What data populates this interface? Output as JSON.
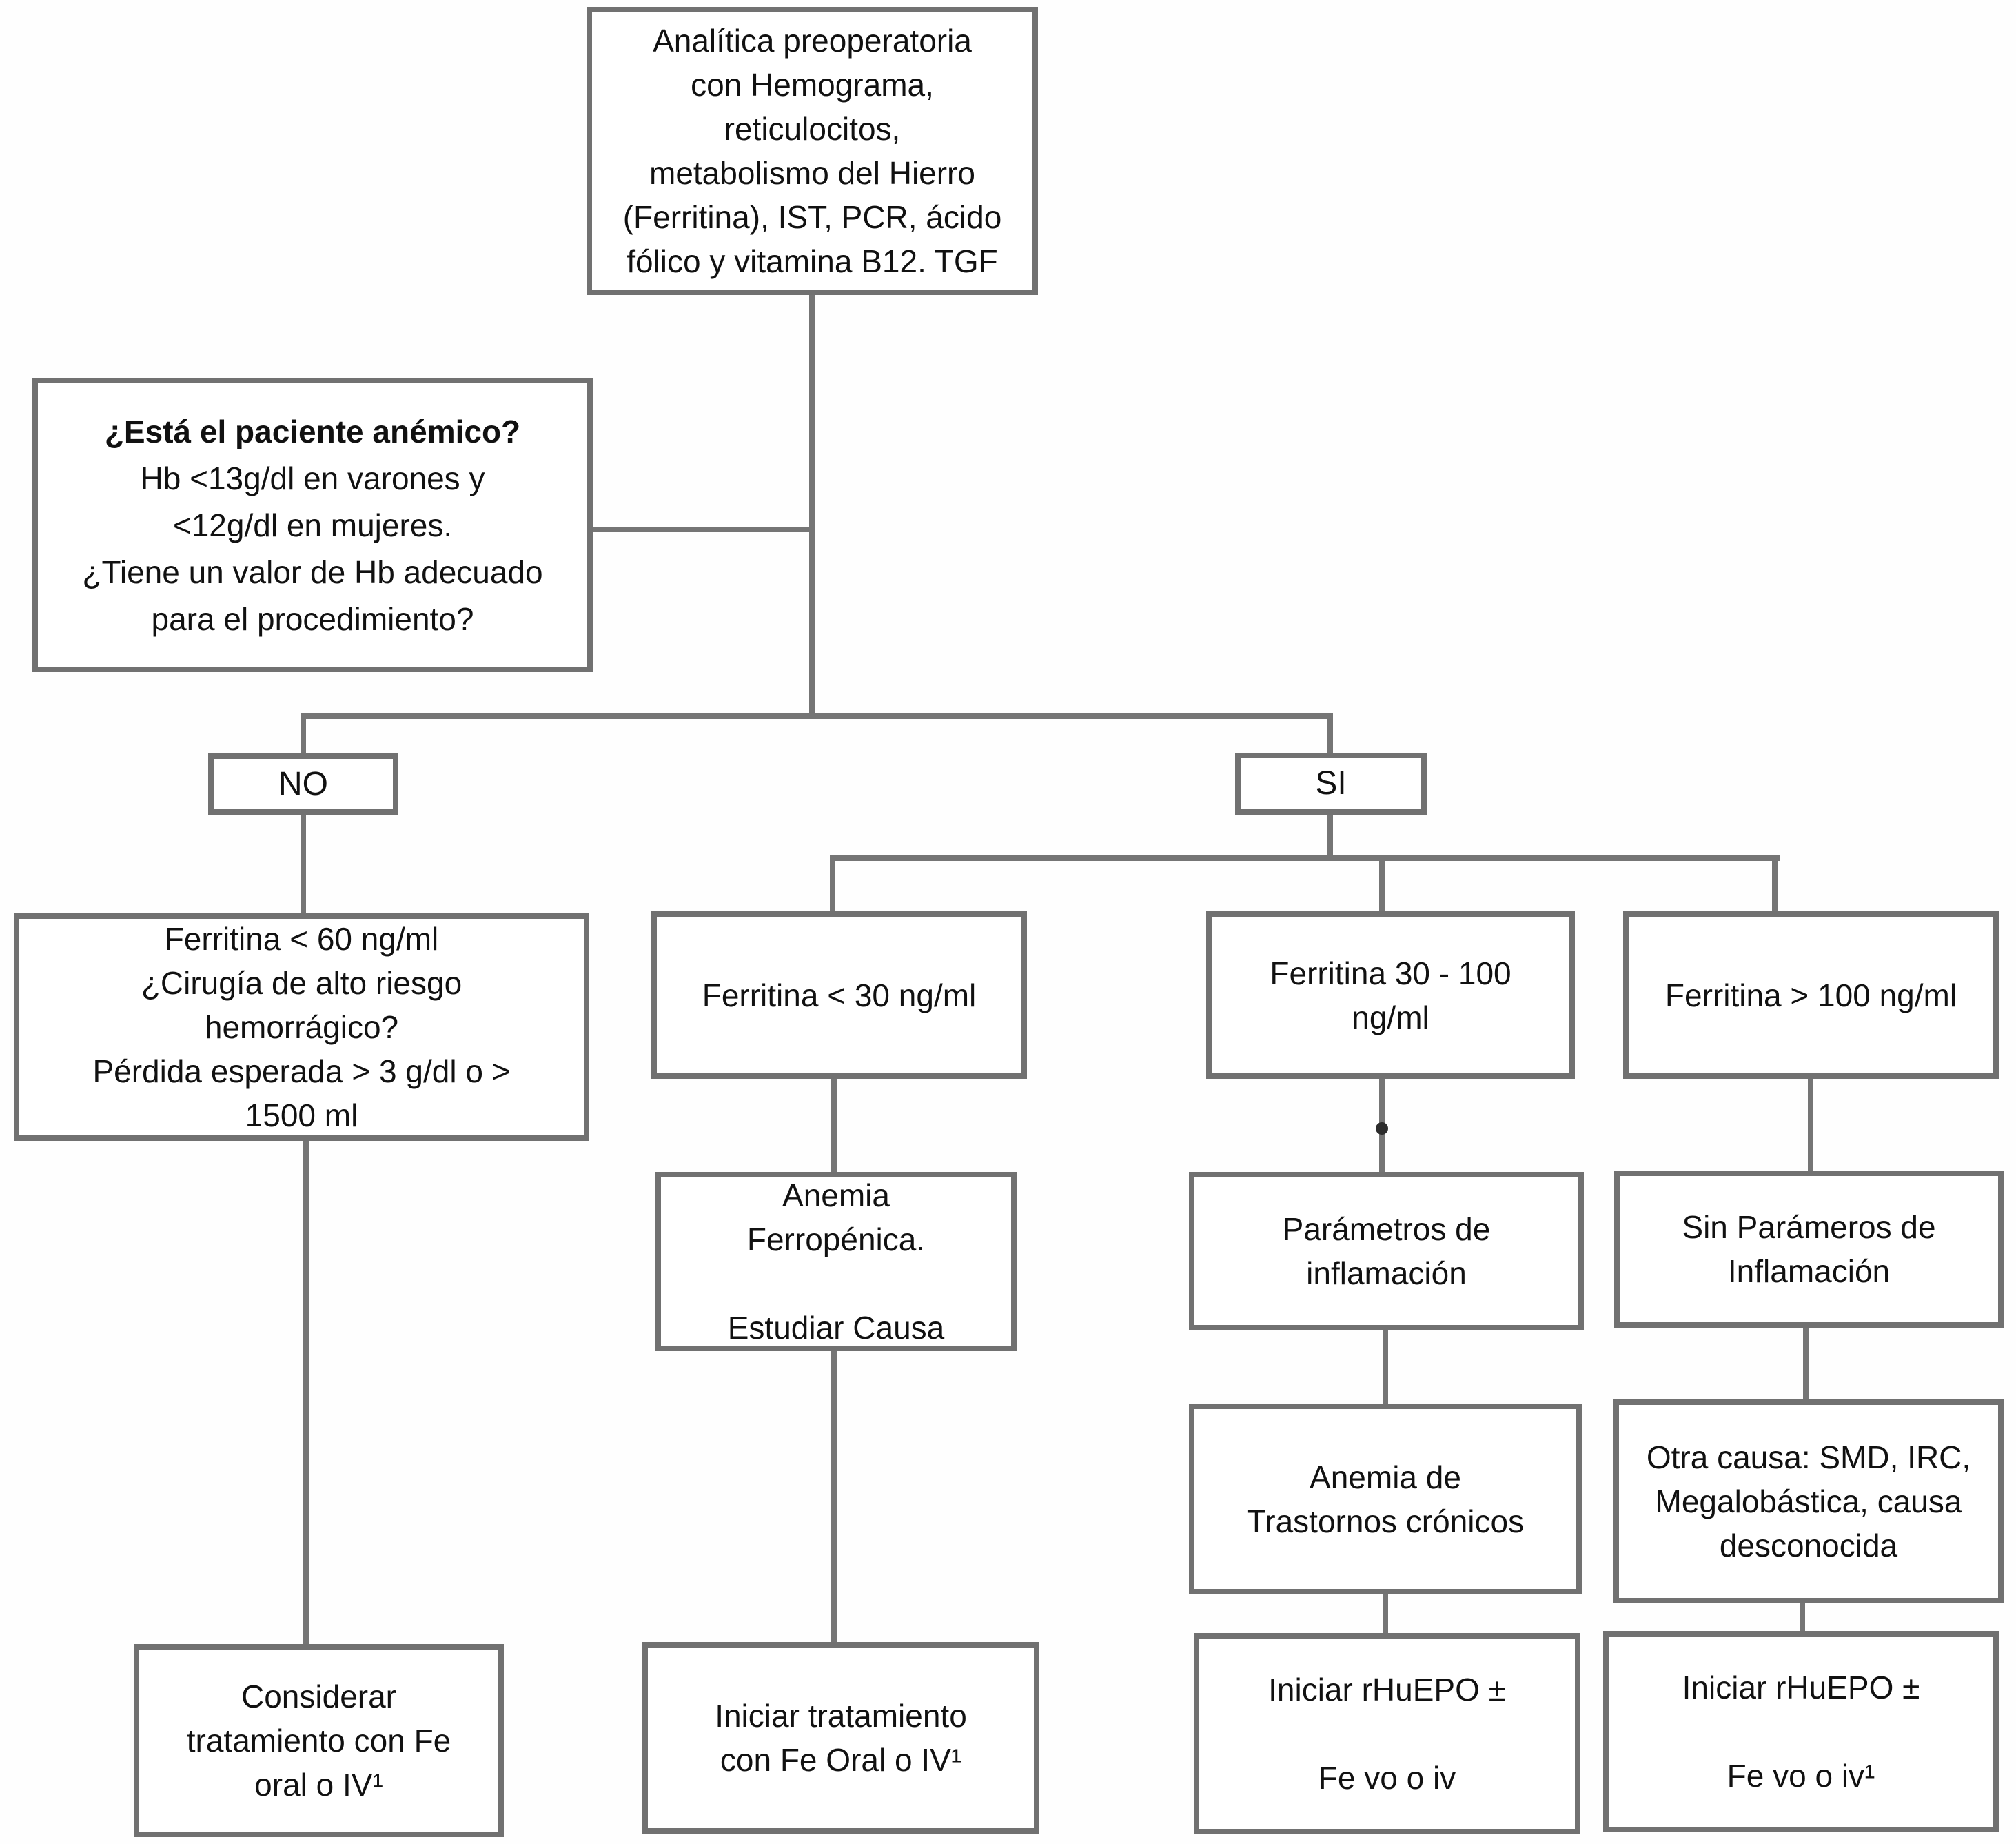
{
  "diagram": {
    "title_box": "Analítica preoperatoria\ncon Hemograma,\nreticulocitos,\nmetabolismo del Hierro\n(Ferritina), IST, PCR, ácido\nfólico y vitamina B12. TGF",
    "question_box": {
      "title": "¿Está el paciente anémico?",
      "body": "Hb <13g/dl en varones y\n<12g/dl en mujeres.\n¿Tiene un valor de Hb adecuado\npara el procedimiento?"
    },
    "branch_no": "NO",
    "branch_si": "SI",
    "no_path": {
      "criteria": "Ferritina < 60 ng/ml\n¿Cirugía de alto riesgo\nhemorrágico?\nPérdida esperada > 3 g/dl o >\n1500 ml",
      "action": "Considerar\ntratamiento con Fe\noral o IV¹"
    },
    "si_path": {
      "col_ferritina_lt30": {
        "criteria": "Ferritina < 30 ng/ml",
        "diagnosis": "Anemia\nFerropénica.\n\nEstudiar Causa",
        "action": "Iniciar tratamiento\ncon Fe Oral o IV¹"
      },
      "col_ferritina_30_100": {
        "criteria": "Ferritina 30 - 100\nng/ml",
        "finding": "Parámetros de\ninflamación",
        "diagnosis": "Anemia de\nTrastornos crónicos",
        "action": "Iniciar rHuEPO ±\n\nFe vo o iv"
      },
      "col_ferritina_gt100": {
        "criteria": "Ferritina > 100 ng/ml",
        "finding": "Sin Parámeros de\nInflamación",
        "diagnosis": "Otra causa: SMD, IRC,\nMegalobástica, causa\ndesconocida",
        "action": "Iniciar rHuEPO ±\n\nFe vo o iv¹"
      }
    },
    "colors": {
      "line": "#757575",
      "border": "#717171",
      "text": "#111111",
      "background": "#ffffff"
    }
  }
}
